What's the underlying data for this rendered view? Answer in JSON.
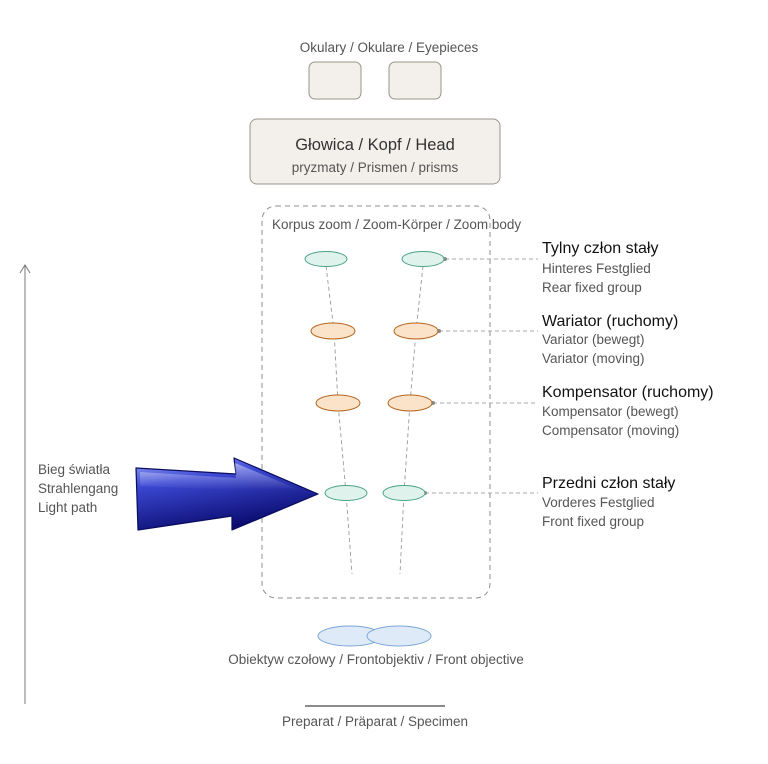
{
  "eyepieces": {
    "label": "Okulary / Okulare / Eyepieces"
  },
  "head": {
    "title": "Głowica / Kopf / Head",
    "subtitle": "pryzmaty / Prismen / prisms"
  },
  "zoom_body": {
    "label": "Korpus zoom / Zoom-Körper / Zoom body"
  },
  "groups": {
    "rear": {
      "title": "Tylny człon stały",
      "line2": "Hinteres Festglied",
      "line3": "Rear fixed group"
    },
    "variator": {
      "title": "Wariator (ruchomy)",
      "line2": "Variator (bewegt)",
      "line3": "Variator (moving)"
    },
    "compensator": {
      "title": "Kompensator (ruchomy)",
      "line2": "Kompensator (bewegt)",
      "line3": "Compensator (moving)"
    },
    "front": {
      "title": "Przedni człon stały",
      "line2": "Vorderes Festglied",
      "line3": "Front fixed group"
    }
  },
  "light_path": {
    "line1": "Bieg światła",
    "line2": "Strahlengang",
    "line3": "Light path"
  },
  "objective": {
    "label": "Obiektyw czołowy / Frontobjektiv / Front objective"
  },
  "specimen": {
    "label": "Preparat / Präparat / Specimen"
  },
  "colors": {
    "fixed_lens_fill": "#dff3ec",
    "fixed_lens_stroke": "#4aa38a",
    "moving_lens_fill": "#fbe3c9",
    "moving_lens_stroke": "#b5651d",
    "objective_fill": "#dfeaf8",
    "objective_stroke": "#7aa6d6",
    "box_fill": "#f3f0eb",
    "box_stroke": "#9a948a",
    "arrow_dark": "#10127e",
    "arrow_light": "#8f9bf0"
  }
}
